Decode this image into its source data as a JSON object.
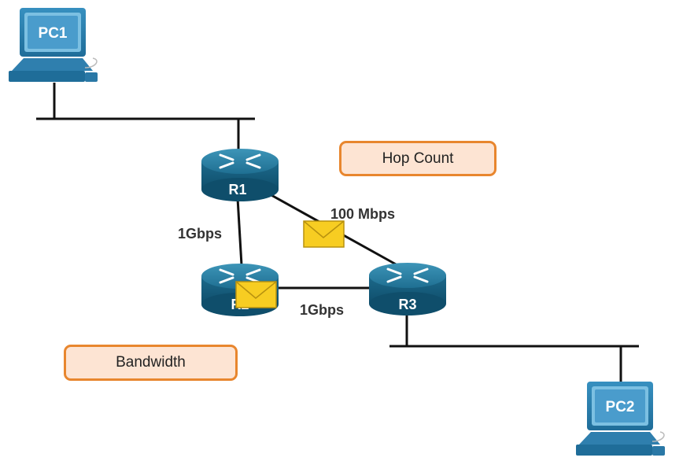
{
  "devices": {
    "pc1": "PC1",
    "pc2": "PC2",
    "r1": "R1",
    "r2": "R2",
    "r3": "R3"
  },
  "links": {
    "r1_r2": "1Gbps",
    "r1_r3": "100 Mbps",
    "r2_r3": "1Gbps"
  },
  "callouts": {
    "hop_count": "Hop Count",
    "bandwidth": "Bandwidth"
  },
  "colors": {
    "router": "#1e6f8f",
    "pc": "#2b84b3",
    "callout_border": "#e8862e",
    "callout_fill": "#fde4d3",
    "envelope": "#f5c518"
  }
}
